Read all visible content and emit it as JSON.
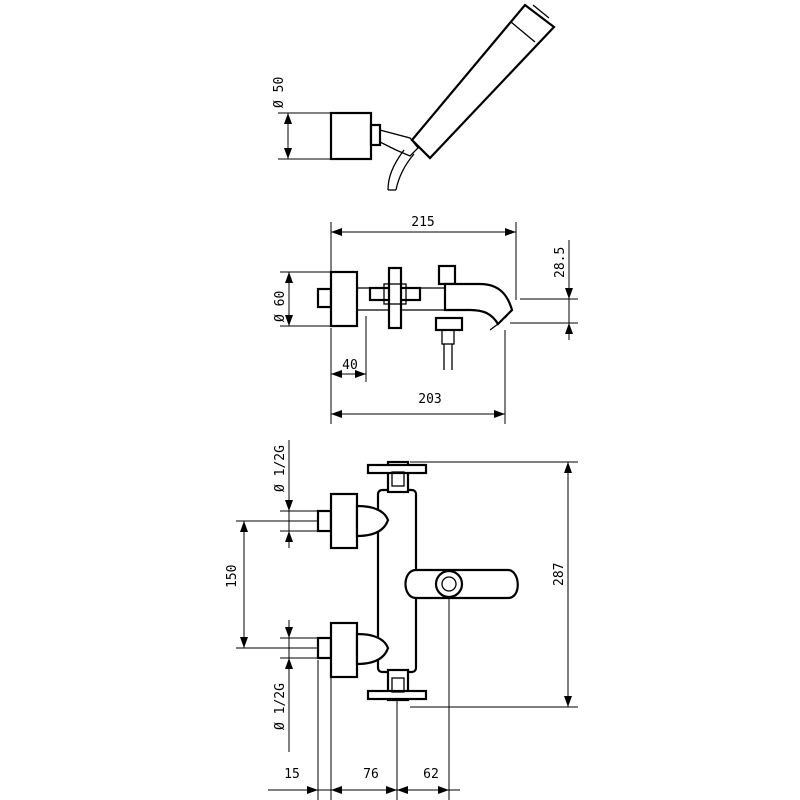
{
  "dimensions": {
    "shower_diameter": "Ø 50",
    "overall_width_top": "215",
    "spout_height": "28.5",
    "inlet_diameter": "Ø 60",
    "inlet_offset": "40",
    "spout_reach": "203",
    "thread_top": "Ø 1/2G",
    "thread_bottom": "Ø 1/2G",
    "inlet_spacing": "150",
    "overall_height": "287",
    "offset_15": "15",
    "offset_76": "76",
    "offset_62": "62"
  },
  "colors": {
    "line": "#000000",
    "background": "#ffffff"
  }
}
